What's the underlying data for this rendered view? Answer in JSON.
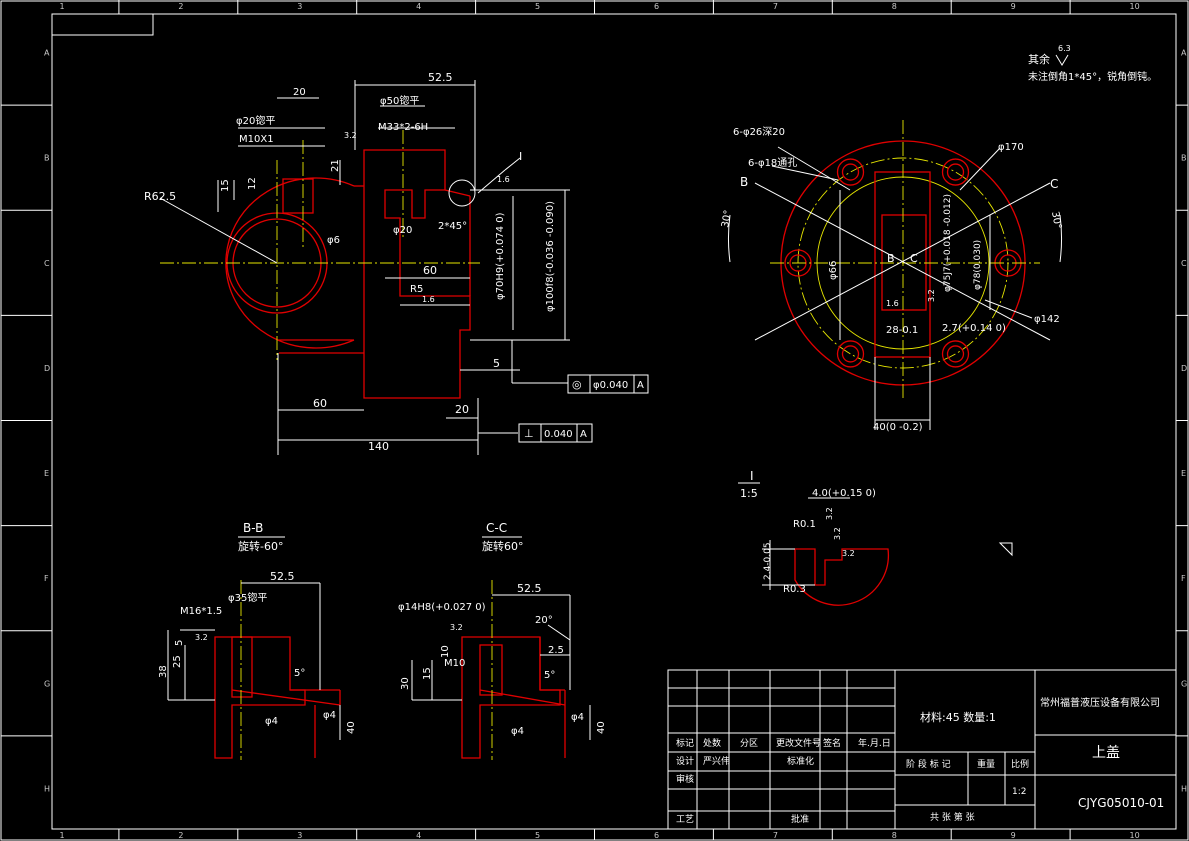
{
  "border": {
    "top_numbers": [
      "1",
      "2",
      "3",
      "4",
      "5",
      "6",
      "7",
      "8",
      "9",
      "10"
    ],
    "side_letters": [
      "A",
      "B",
      "C",
      "D",
      "E",
      "F",
      "G",
      "H"
    ]
  },
  "notes": {
    "rest_label": "其余",
    "rest_roughness": "6.3",
    "chamfer_note": "未注倒角1*45°，锐角倒钝。"
  },
  "front_view": {
    "dims": {
      "d52_5": "52.5",
      "d20_top": "20",
      "phi20_flat": "φ20锪平",
      "phi50_flat": "φ50锪平",
      "m10": "M10X1",
      "m33": "M33*2-6H",
      "r62_5": "R62.5",
      "d15": "15",
      "d12": "12",
      "d21": "21",
      "rough_32": "3.2",
      "phi20": "φ20",
      "chamfer": "2*45°",
      "phi6": "φ6",
      "d60_mid": "60",
      "r5": "R5",
      "rough_16a": "1.6",
      "rough_16b": "1.6",
      "phi70": "φ70H9(+0.074 0)",
      "phi100": "φ100f8(-0.036 -0.090)",
      "d5": "5",
      "d60_low": "60",
      "d20_low": "20",
      "d140": "140",
      "callout_i": "I"
    },
    "tol_concentric": {
      "symbol": "◎",
      "value": "φ0.040",
      "datum": "A"
    },
    "tol_perpendicular": {
      "symbol": "⊥",
      "value": "0.040",
      "datum": "A"
    }
  },
  "side_view": {
    "dims": {
      "holes6": "6-φ26深20",
      "holes_thru": "6-φ18通孔",
      "phi170": "φ170",
      "label_b": "B",
      "label_c": "C",
      "ang30_left": "30°",
      "ang30_right": "30°",
      "phi66": "φ66",
      "phi75": "φ75J7(+0.018 -0.012)",
      "phi78": "φ78(0.030)",
      "rough_32": "3.2",
      "rough_16": "1.6",
      "d28": "28-0.1",
      "d2_7": "2.7(+0.14 0)",
      "phi142": "φ142",
      "d40": "40(0 -0.2)",
      "center_b": "B",
      "center_c": "C"
    }
  },
  "detail_i": {
    "title": "I",
    "scale": "1:5",
    "dim4": "4.0(+0.15 0)",
    "r01": "R0.1",
    "r03": "R0.3",
    "d24": "2.4-0.05",
    "rough_a": "3.2",
    "rough_b": "3.2",
    "rough_c": "3.2"
  },
  "section_bb": {
    "title": "B-B",
    "subtitle": "旋转-60°",
    "d52_5": "52.5",
    "phi35": "φ35锪平",
    "m16": "M16*1.5",
    "d5": "5",
    "d38": "38",
    "d25": "25",
    "rough": "3.2",
    "ang5": "5°",
    "phi4a": "φ4",
    "phi4b": "φ4",
    "d40": "40"
  },
  "section_cc": {
    "title": "C-C",
    "subtitle": "旋转60°",
    "d52_5": "52.5",
    "phi14": "φ14H8(+0.027 0)",
    "ang20": "20°",
    "rough": "3.2",
    "d2_5": "2.5",
    "d15": "15",
    "d30": "30",
    "d10": "10",
    "m10": "M10",
    "ang5": "5°",
    "phi4a": "φ4",
    "phi4b": "φ4",
    "d40": "40"
  },
  "title_block": {
    "material": "材料:45   数量:1",
    "company": "常州福普液压设备有限公司",
    "part_name": "上盖",
    "drawing_no": "CJYG05010-01",
    "rev_headers": [
      "标记",
      "处数",
      "分区",
      "更改文件号",
      "签名",
      "年.月.日"
    ],
    "design_label": "设计",
    "design_name": "严兴伟",
    "std_label": "标准化",
    "review_label": "审核",
    "process_label": "工艺",
    "approve_label": "批准",
    "stage_label": "阶 段 标 记",
    "weight_label": "重量",
    "scale_label": "比例",
    "scale_value": "1:2",
    "sheets_label": "共    张  第    张"
  }
}
